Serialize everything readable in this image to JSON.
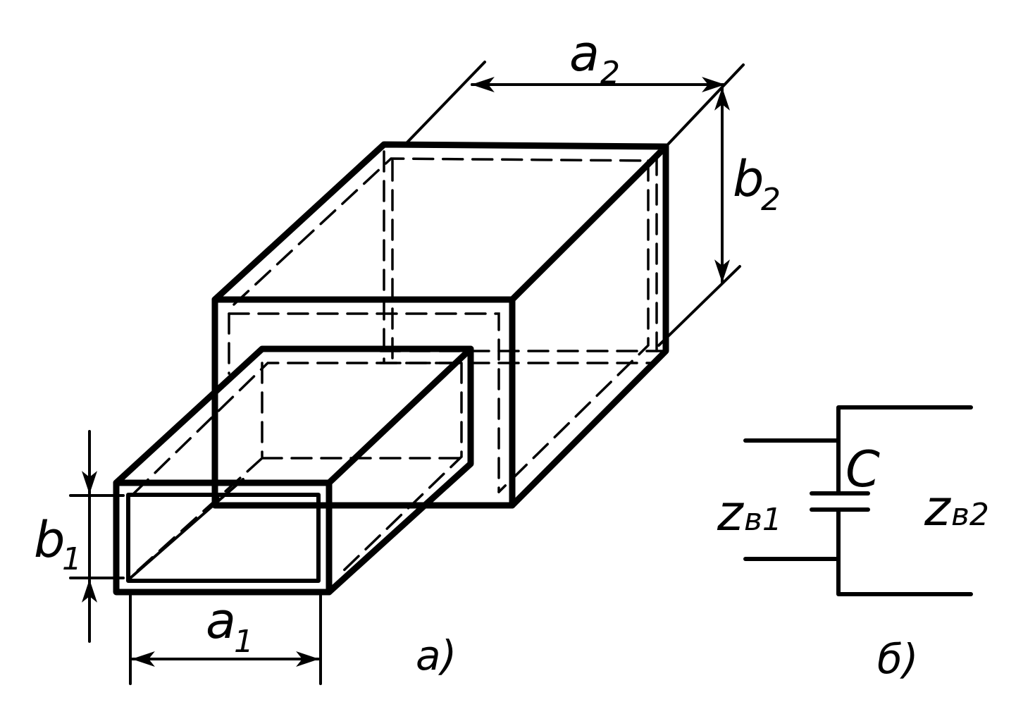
{
  "figure_a": {
    "dimension_a2": {
      "symbol": "a",
      "subscript": "2"
    },
    "dimension_b2": {
      "symbol": "b",
      "subscript": "2"
    },
    "dimension_a1": {
      "symbol": "a",
      "subscript": "1"
    },
    "dimension_b1": {
      "symbol": "b",
      "subscript": "1"
    },
    "caption": "a)"
  },
  "figure_b": {
    "capacitor_label": "C",
    "left_impedance": {
      "symbol": "z",
      "subscript": "в1"
    },
    "right_impedance": {
      "symbol": "z",
      "subscript": "в2"
    },
    "caption": "б)"
  }
}
